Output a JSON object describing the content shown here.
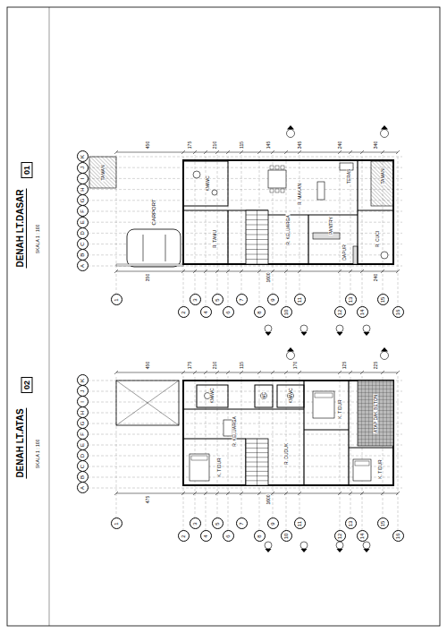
{
  "diagram": {
    "nodes": [
      {
        "text": [
          "A"
        ]
      },
      {
        "text": [
          "B"
        ]
      },
      {
        "text": [
          "C"
        ]
      },
      {
        "text": [
          "D"
        ]
      },
      {
        "text": [
          "E"
        ]
      },
      {
        "text": [
          "F"
        ]
      },
      {
        "text": [
          "G"
        ]
      },
      {
        "text": [
          "H"
        ]
      },
      {
        "text": [
          "I"
        ]
      },
      {
        "text": [
          "J"
        ]
      },
      {
        "text": [
          "K"
        ]
      },
      {
        "text": [
          "1"
        ]
      },
      {
        "text": [
          "2"
        ]
      },
      {
        "text": [
          "3"
        ]
      },
      {
        "text": [
          "4"
        ]
      },
      {
        "text": [
          "5"
        ]
      },
      {
        "text": [
          "6"
        ]
      },
      {
        "text": [
          "7"
        ]
      },
      {
        "text": [
          "8"
        ]
      },
      {
        "text": [
          "9"
        ]
      },
      {
        "text": [
          "10"
        ]
      },
      {
        "text": [
          "11"
        ]
      },
      {
        "text": [
          "12"
        ]
      },
      {
        "text": [
          "13"
        ]
      },
      {
        "text": [
          "14"
        ]
      },
      {
        "text": [
          "15"
        ]
      },
      {
        "text": [
          "16"
        ]
      },
      {
        "text": [
          "A"
        ]
      },
      {
        "text": [
          "B"
        ]
      },
      {
        "text": [
          "C"
        ]
      },
      {
        "text": [
          "D"
        ]
      },
      {
        "text": [
          "E"
        ]
      },
      {
        "text": [
          "F"
        ]
      },
      {
        "text": [
          "G"
        ]
      },
      {
        "text": [
          "H"
        ]
      },
      {
        "text": [
          "I"
        ]
      },
      {
        "text": [
          "J"
        ]
      },
      {
        "text": [
          "K"
        ]
      },
      {
        "text": [
          "1"
        ]
      },
      {
        "text": [
          "2"
        ]
      },
      {
        "text": [
          "3"
        ]
      },
      {
        "text": [
          "4"
        ]
      },
      {
        "text": [
          "5"
        ]
      },
      {
        "text": [
          "6"
        ]
      },
      {
        "text": [
          "7"
        ]
      },
      {
        "text": [
          "8"
        ]
      },
      {
        "text": [
          "9"
        ]
      },
      {
        "text": [
          "10"
        ]
      },
      {
        "text": [
          "11"
        ]
      },
      {
        "text": [
          "12"
        ]
      },
      {
        "text": [
          "13"
        ]
      },
      {
        "text": [
          "14"
        ]
      },
      {
        "text": [
          "15"
        ]
      },
      {
        "text": [
          "16"
        ]
      }
    ],
    "labels": [
      "01",
      "DENAH LT.DASAR",
      "SKALA 1 : 100",
      "CARPORT",
      "TAMAN",
      "KM/WC",
      "R. TAMU",
      "R. MAKAN",
      "R. KELUARGA",
      "PANTRY",
      "DAPUR",
      "TERAS",
      "TAMAN",
      "R. CUCI",
      "450",
      "175",
      "210",
      "115",
      "145",
      "345",
      "240",
      "340",
      "350",
      "1600",
      "240",
      "02",
      "DENAH LT.ATAS",
      "SKALA 1 : 100",
      "KM/WC",
      "K. TIDUR",
      "R. KELUARGA",
      "WC",
      "KM/WC",
      "R. DUDUK",
      "K. TIDUR",
      "K. TIDUR",
      "ATAP DAK BETON",
      "450",
      "175",
      "210",
      "115",
      "170",
      "125",
      "225",
      "475",
      "1600"
    ]
  }
}
